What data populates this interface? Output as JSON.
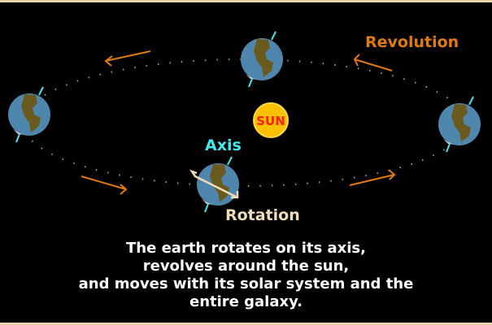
{
  "labels": {
    "revolution": "Revolution",
    "axis": "Axis",
    "rotation": "Rotation",
    "sun": "SUN"
  },
  "caption": [
    "The earth rotates on its axis,",
    "revolves around the sun,",
    "and moves with its solar system and the",
    "entire galaxy."
  ],
  "colors": {
    "revolution": "#e07a10",
    "axis": "#40e8f0",
    "rotation": "#f0dcb8",
    "sun": "#ffc000",
    "sun_text": "#ff2000",
    "ocean": "#4f86ad",
    "land": "#6b5a1e",
    "border": "#e8d4a8"
  }
}
